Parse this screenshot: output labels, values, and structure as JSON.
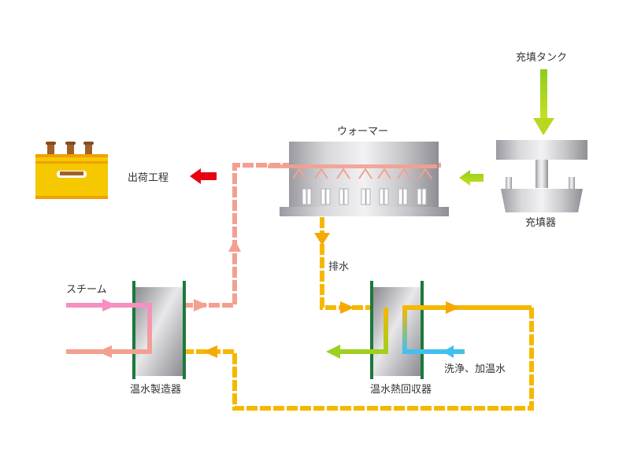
{
  "labels": {
    "filling_tank": "充填タンク",
    "filler": "充填器",
    "warmer": "ウォーマー",
    "shipping": "出荷工程",
    "drain": "排水",
    "steam": "スチーム",
    "hot_water_maker": "温水製造器",
    "heat_recovery": "温水熱回収器",
    "wash_water": "洗浄、加温水"
  },
  "colors": {
    "steam_pipe": "#f5a0a0",
    "steam_in": "#f590c0",
    "hot_pipe": "#f4a090",
    "drain_pipe": "#f5b800",
    "green_pipe": "#9ed020",
    "blue_pipe": "#40c0f0",
    "shipping_arrow": "#e60012",
    "exchanger_border": "#1a7a3a",
    "crate": "#f5c800",
    "bottle_cap": "#a0602a"
  }
}
